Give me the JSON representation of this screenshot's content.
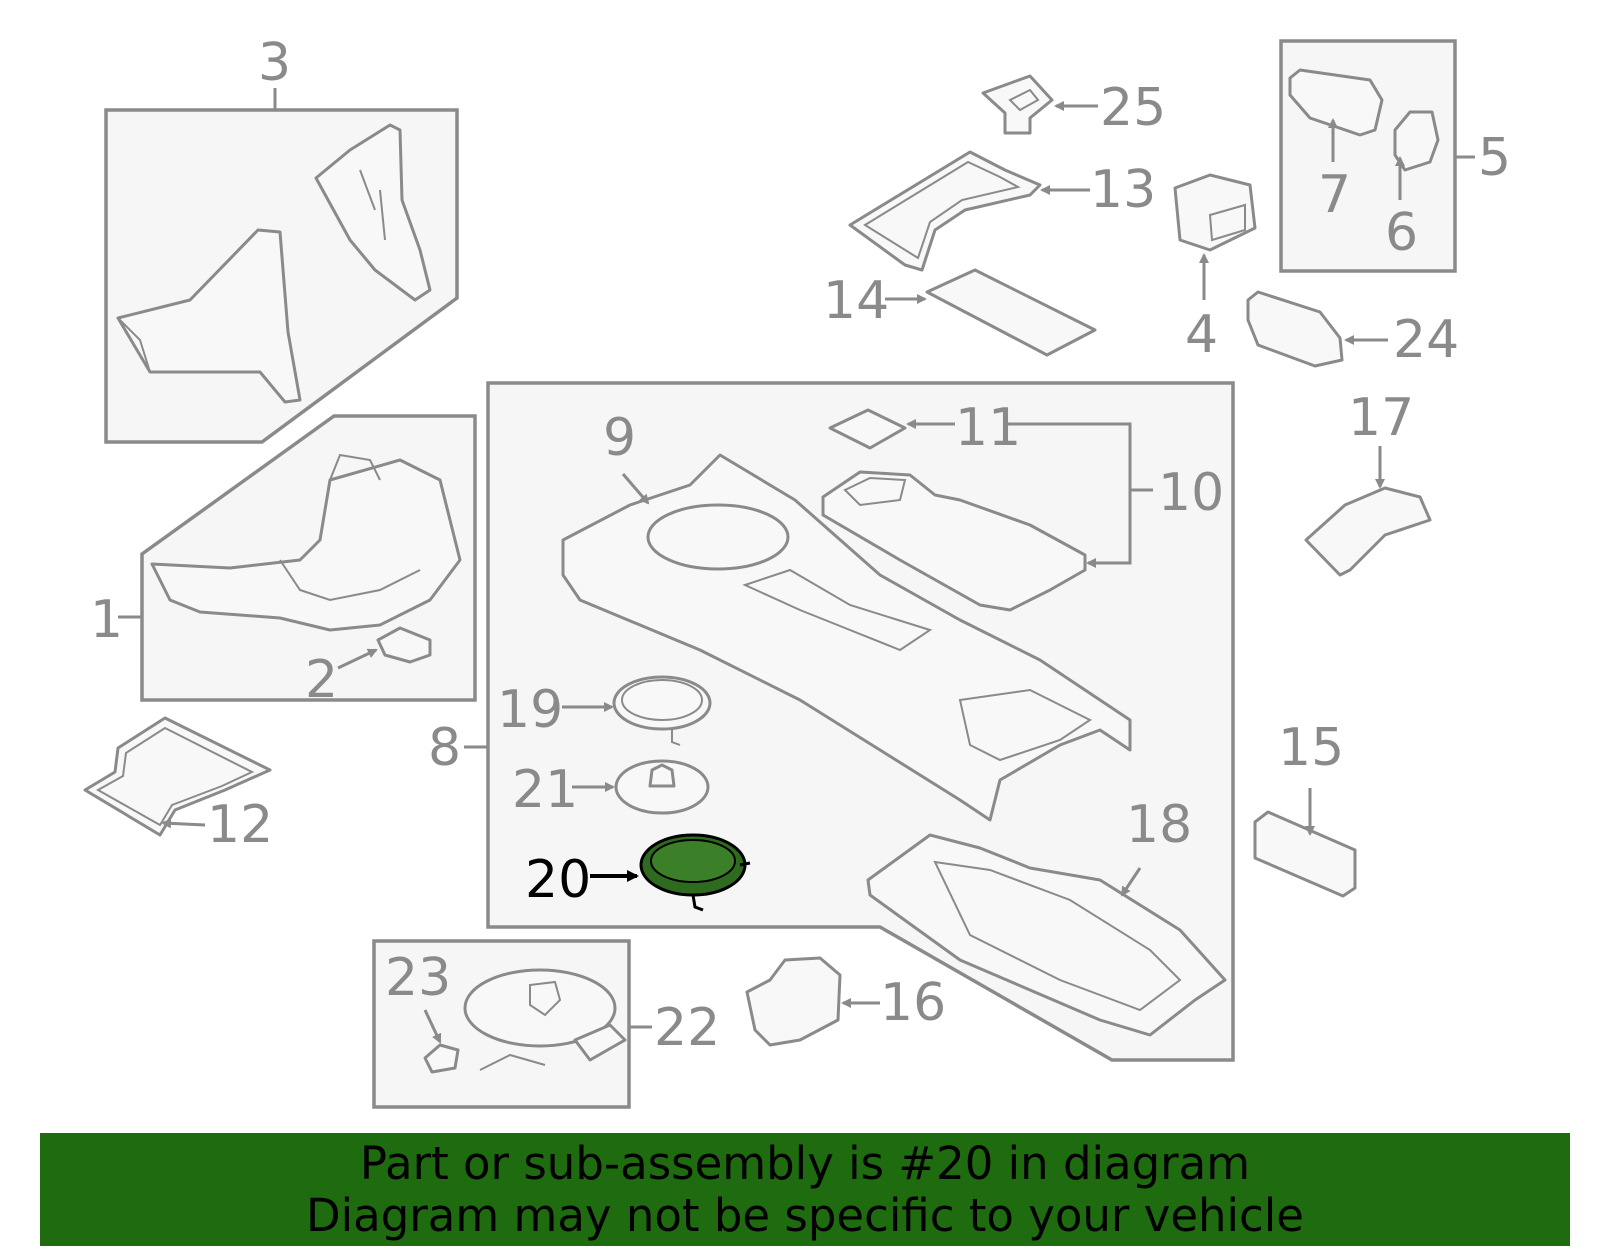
{
  "diagram": {
    "labels": {
      "l1": "1",
      "l2": "2",
      "l3": "3",
      "l4": "4",
      "l5": "5",
      "l6": "6",
      "l7": "7",
      "l8": "8",
      "l9": "9",
      "l10": "10",
      "l11": "11",
      "l12": "12",
      "l13": "13",
      "l14": "14",
      "l15": "15",
      "l16": "16",
      "l17": "17",
      "l18": "18",
      "l19": "19",
      "l20": "20",
      "l21": "21",
      "l22": "22",
      "l23": "23",
      "l24": "24",
      "l25": "25"
    },
    "highlighted_part": "20",
    "highlight_color": "#2f6b1f",
    "line_color": "#8a8a8a"
  },
  "banner": {
    "line1": "Part or sub-assembly is #20 in diagram",
    "line2": "Diagram may not be specific to your vehicle",
    "background": "#1f6b10"
  }
}
